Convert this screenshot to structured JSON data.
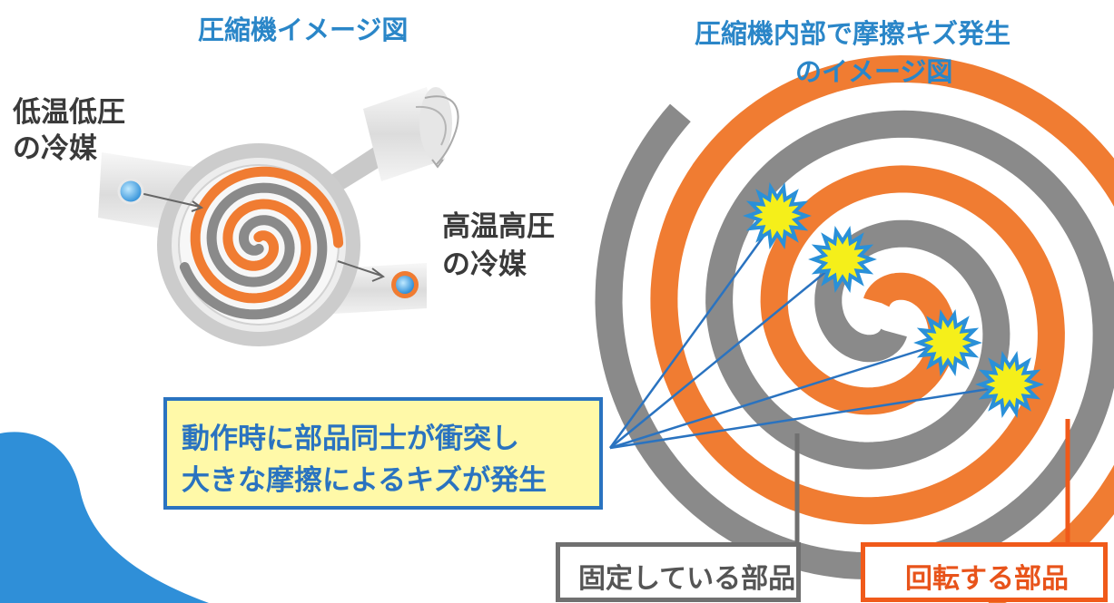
{
  "left_diagram": {
    "title": "圧縮機イメージ図",
    "inlet_label": [
      "低温低圧",
      "の冷媒"
    ],
    "outlet_label": [
      "高温高圧",
      "の冷媒"
    ]
  },
  "right_diagram": {
    "title": [
      "圧縮機内部で摩擦キズ発生",
      "のイメージ図"
    ],
    "callout": [
      "動作時に部品同士が衝突し",
      "大きな摩擦によるキズが発生"
    ],
    "fixed_part_label": "固定している部品",
    "rotating_part_label": "回転する部品"
  },
  "colors": {
    "title_blue": "#2a86c8",
    "callout_border": "#2a73c0",
    "callout_fill": "#fff9a8",
    "fixed_gray": "#8a8a8a",
    "rotating_orange": "#f07c32",
    "impact_yellow": "#f5ef1a",
    "decor_blue": "#2f8fd8"
  }
}
